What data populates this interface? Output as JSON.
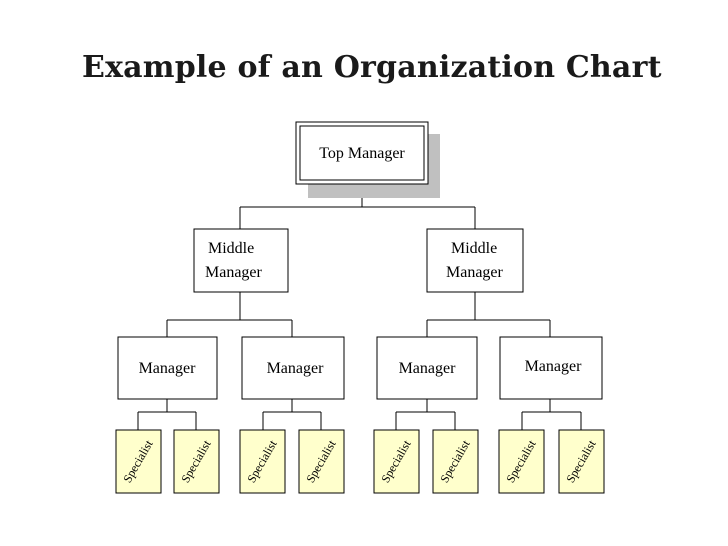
{
  "title": "Example of an Organization Chart",
  "colors": {
    "specialist_fill": "#ffffcc",
    "shadow": "#c0c0c0"
  },
  "top": {
    "label": "Top Manager"
  },
  "middle": [
    {
      "line1": "Middle",
      "line2": "Manager"
    },
    {
      "line1": "Middle",
      "line2": "Manager"
    }
  ],
  "managers": [
    "Manager",
    "Manager",
    "Manager",
    "Manager"
  ],
  "specialists": [
    "Specialist",
    "Specialist",
    "Specialist",
    "Specialist",
    "Specialist",
    "Specialist",
    "Specialist",
    "Specialist"
  ]
}
